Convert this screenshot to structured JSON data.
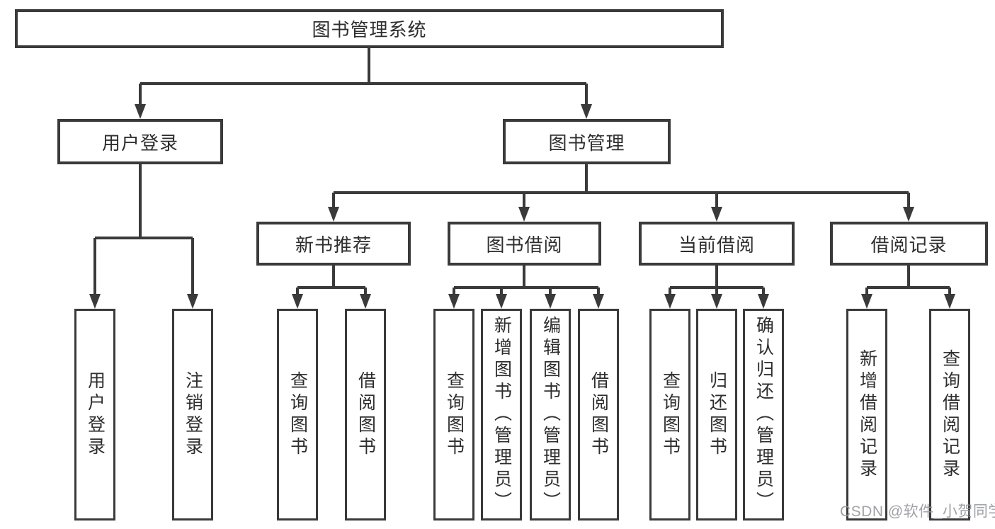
{
  "tree": {
    "label": "图书管理系统",
    "children": [
      {
        "label": "用户登录",
        "children": [
          {
            "label": "用户登录"
          },
          {
            "label": "注销登录"
          }
        ]
      },
      {
        "label": "图书管理",
        "children": [
          {
            "label": "新书推荐",
            "children": [
              {
                "label": "查询图书"
              },
              {
                "label": "借阅图书"
              }
            ]
          },
          {
            "label": "图书借阅",
            "children": [
              {
                "label": "查询图书"
              },
              {
                "label": "新增图书（管理员）"
              },
              {
                "label": "编辑图书（管理员）"
              },
              {
                "label": "借阅图书"
              }
            ]
          },
          {
            "label": "当前借阅",
            "children": [
              {
                "label": "查询图书"
              },
              {
                "label": "归还图书"
              },
              {
                "label": "确认归还（管理员）"
              }
            ]
          },
          {
            "label": "借阅记录",
            "children": [
              {
                "label": "新增借阅记录"
              },
              {
                "label": "查询借阅记录"
              }
            ]
          }
        ]
      }
    ]
  },
  "watermark": "CSDN @软件_小贺同学",
  "colors": {
    "line": "#3a3a3a",
    "text": "#2e2e2e",
    "box_fill": "#ffffff",
    "watermark": "#95989d",
    "background": "#ffffff"
  }
}
